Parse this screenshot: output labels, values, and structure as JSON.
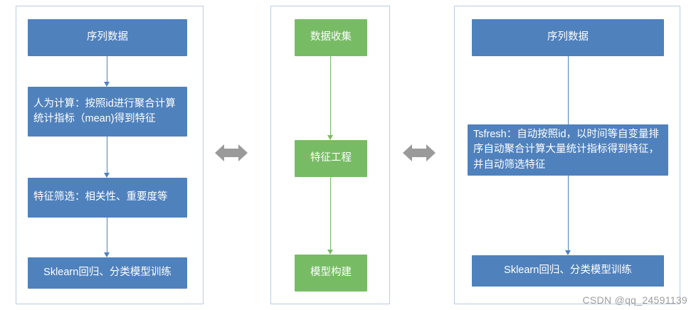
{
  "diagram": {
    "type": "flowchart-comparison",
    "panels": [
      {
        "id": "manual",
        "nodes": [
          {
            "id": "seq-data",
            "label": "序列数据",
            "color": "#4f81bd"
          },
          {
            "id": "manual-compute",
            "label": "人为计算：按照id进行聚合计算统计指标（mean)得到特征",
            "color": "#4f81bd"
          },
          {
            "id": "feature-select",
            "label": "特征筛选：相关性、重要度等",
            "color": "#4f81bd"
          },
          {
            "id": "sklearn-train",
            "label": "Sklearn回归、分类模型训练",
            "color": "#4f81bd"
          }
        ]
      },
      {
        "id": "pipeline",
        "nodes": [
          {
            "id": "data-collect",
            "label": "数据收集",
            "color": "#77bc65"
          },
          {
            "id": "feature-engineering",
            "label": "特征工程",
            "color": "#77bc65"
          },
          {
            "id": "model-build",
            "label": "模型构建",
            "color": "#77bc65"
          }
        ]
      },
      {
        "id": "tsfresh",
        "nodes": [
          {
            "id": "seq-data-2",
            "label": "序列数据",
            "color": "#4f81bd"
          },
          {
            "id": "tsfresh-auto",
            "label": "Tsfresh：自动按照id，以时间等自变量排序自动聚合计算大量统计指标得到特征，并自动筛选特征",
            "color": "#4f81bd"
          },
          {
            "id": "sklearn-train-2",
            "label": "Sklearn回归、分类模型训练",
            "color": "#4f81bd"
          }
        ]
      }
    ],
    "connectors": [
      {
        "id": "left-to-mid",
        "kind": "double-arrow",
        "color": "#808080"
      },
      {
        "id": "mid-to-right",
        "kind": "double-arrow",
        "color": "#808080"
      }
    ]
  },
  "watermark": "CSDN @qq_24591139"
}
